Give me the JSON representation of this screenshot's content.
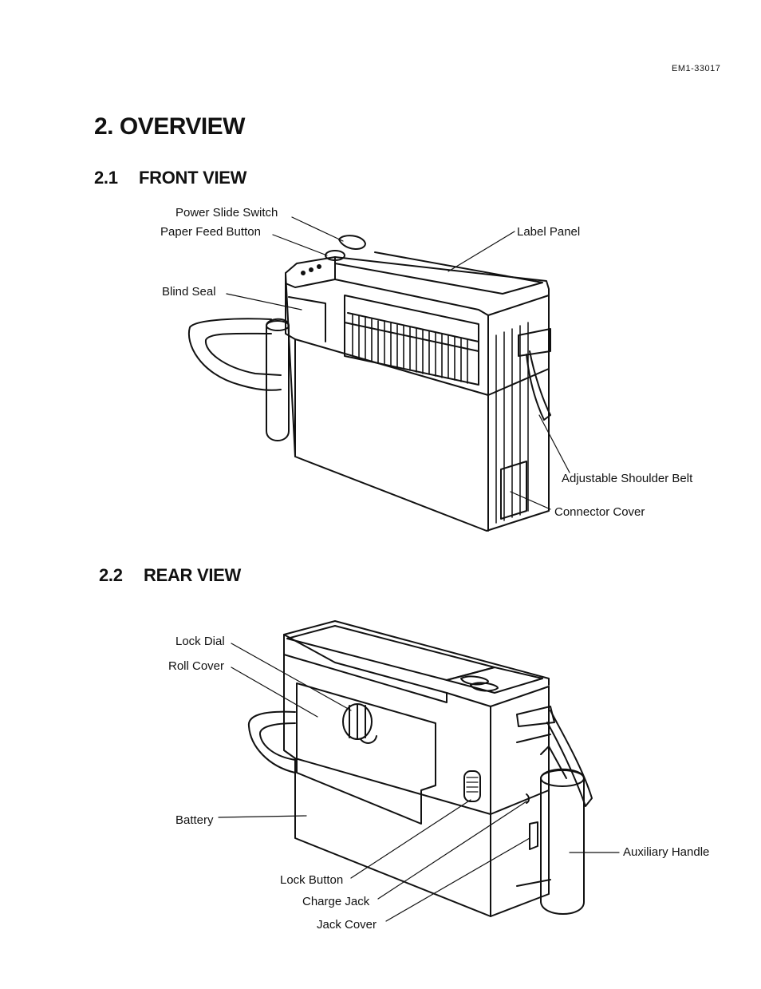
{
  "doc_id": "EM1-33017",
  "title": "2. OVERVIEW",
  "front": {
    "number": "2.1",
    "heading": "FRONT VIEW",
    "labels": {
      "power_slide_switch": "Power Slide Switch",
      "paper_feed_button": "Paper Feed Button",
      "label_panel": "Label Panel",
      "blind_seal": "Blind Seal",
      "adjustable_shoulder_belt": "Adjustable Shoulder Belt",
      "connector_cover": "Connector Cover"
    }
  },
  "rear": {
    "number": "2.2",
    "heading": "REAR VIEW",
    "labels": {
      "lock_dial": "Lock Dial",
      "roll_cover": "Roll Cover",
      "battery": "Battery",
      "auxiliary_handle": "Auxiliary Handle",
      "lock_button": "Lock Button",
      "charge_jack": "Charge Jack",
      "jack_cover": "Jack Cover"
    }
  }
}
